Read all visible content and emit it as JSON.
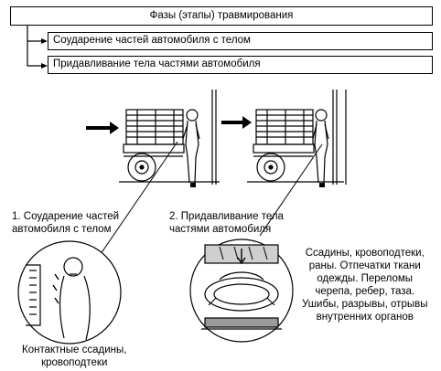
{
  "header": {
    "title": "Фазы (этапы) травмирования",
    "phases": [
      "Соударение частей автомобиля с телом",
      "Придавливание тела частями автомобиля"
    ]
  },
  "labels": {
    "phase1": "1. Соударение частей\nавтомобиля с телом",
    "phase2": "2. Придавливание тела\nчастями автомобиля",
    "injuries_left": "Контактные ссадины,\nкровоподтеки",
    "injuries_right": "Ссадины, кровоподтеки,\nраны. Отпечатки ткани\nодежды. Переломы\nчерепа, ребер, таза.\nУшибы, разрывы, отрывы\nвнутренних органов"
  }
}
